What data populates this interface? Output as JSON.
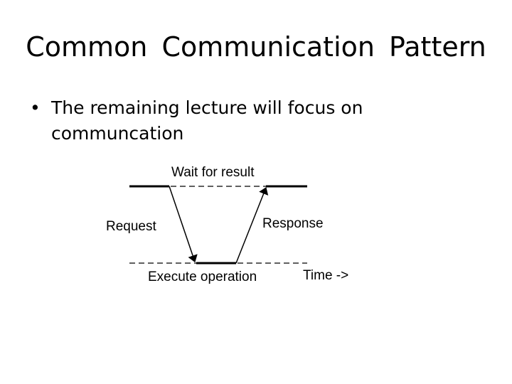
{
  "slide": {
    "title": "Common  Communication  Pattern",
    "bullets": [
      {
        "marker": "•",
        "text": "The remaining lecture will focus on communcation"
      }
    ]
  },
  "diagram": {
    "labels": {
      "wait": "Wait for result",
      "request": "Request",
      "response": "Response",
      "execute": "Execute operation",
      "time": "Time ->"
    }
  }
}
